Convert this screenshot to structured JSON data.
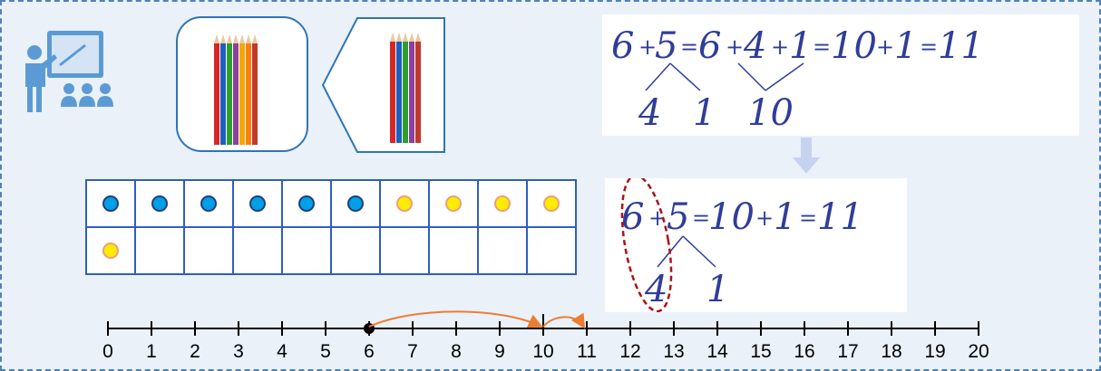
{
  "equation_top": {
    "line": [
      "6",
      "+",
      "5",
      "=",
      "6",
      "+",
      "4",
      "+",
      "1",
      "=",
      "10",
      "+",
      "1",
      "=",
      "11"
    ],
    "split_first": [
      "4",
      "1"
    ],
    "split_second": "10"
  },
  "equation_bottom": {
    "line": [
      "6",
      "+",
      "5",
      "=",
      "10",
      "+",
      "1",
      "=",
      "11"
    ],
    "split": [
      "4",
      "1"
    ]
  },
  "ten_frame": {
    "row1": [
      "blue",
      "blue",
      "blue",
      "blue",
      "blue",
      "blue",
      "yellow",
      "yellow",
      "yellow",
      "yellow"
    ],
    "row2": [
      "yellow",
      "",
      "",
      "",
      "",
      "",
      "",
      "",
      "",
      ""
    ]
  },
  "number_line": {
    "labels": [
      "0",
      "1",
      "2",
      "3",
      "4",
      "5",
      "6",
      "7",
      "8",
      "9",
      "10",
      "11",
      "12",
      "13",
      "14",
      "15",
      "16",
      "17",
      "18",
      "19",
      "20"
    ],
    "start": 6,
    "highlight": 10,
    "jumps": [
      [
        6,
        10
      ],
      [
        10,
        11
      ]
    ]
  },
  "colors": {
    "border": "#4f81bd",
    "background": "#eaf1f9",
    "hand": "#2f3d9a",
    "jump": "#ed7d31",
    "highlight": "#ff0000",
    "circle": "#a8141b"
  },
  "icons": {
    "teacher": "teacher-at-board-icon",
    "pencils": "colored-pencils-icon",
    "arrow": "down-arrow-icon"
  }
}
